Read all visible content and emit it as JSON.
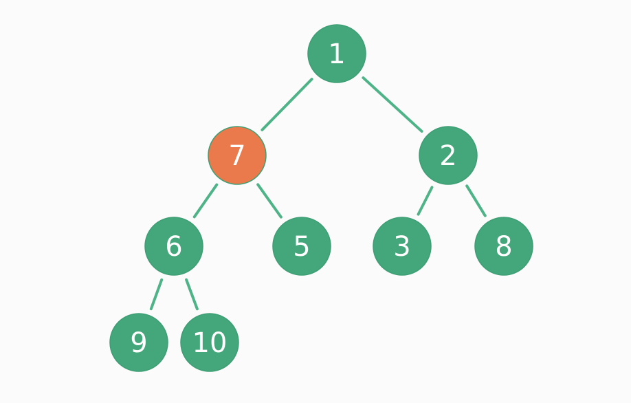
{
  "colors": {
    "node_default": "#43a77b",
    "node_highlight": "#ea7a4c",
    "edge": "#4fb388",
    "label": "#ffffff"
  },
  "tree": {
    "nodes": [
      {
        "id": "n1",
        "label": "1",
        "highlighted": false
      },
      {
        "id": "n7",
        "label": "7",
        "highlighted": true
      },
      {
        "id": "n2",
        "label": "2",
        "highlighted": false
      },
      {
        "id": "n6",
        "label": "6",
        "highlighted": false
      },
      {
        "id": "n5",
        "label": "5",
        "highlighted": false
      },
      {
        "id": "n3",
        "label": "3",
        "highlighted": false
      },
      {
        "id": "n8",
        "label": "8",
        "highlighted": false
      },
      {
        "id": "n9",
        "label": "9",
        "highlighted": false
      },
      {
        "id": "n10",
        "label": "10",
        "highlighted": false
      }
    ],
    "edges": [
      {
        "from": "n1",
        "to": "n7"
      },
      {
        "from": "n1",
        "to": "n2"
      },
      {
        "from": "n7",
        "to": "n6"
      },
      {
        "from": "n7",
        "to": "n5"
      },
      {
        "from": "n2",
        "to": "n3"
      },
      {
        "from": "n2",
        "to": "n8"
      },
      {
        "from": "n6",
        "to": "n9"
      },
      {
        "from": "n6",
        "to": "n10"
      }
    ]
  }
}
